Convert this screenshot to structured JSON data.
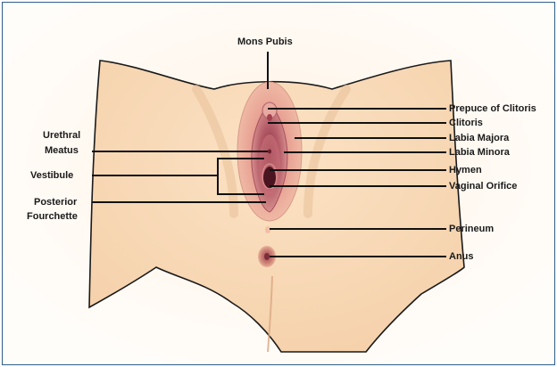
{
  "labels": {
    "mons_pubis": "Mons Pubis",
    "prepuce": "Prepuce of Clitoris",
    "clitoris": "Clitoris",
    "labia_majora": "Labia Majora",
    "labia_minora": "Labia Minora",
    "hymen": "Hymen",
    "vaginal_orifice": "Vaginal Orifice",
    "perineum": "Perineum",
    "anus": "Anus",
    "urethral_line1": "Urethral",
    "urethral_line2": "Meatus",
    "vestibule": "Vestibule",
    "posterior_line1": "Posterior",
    "posterior_line2": "Fourchette"
  },
  "colors": {
    "border": "#2e5f86",
    "background": "#fffdfa",
    "skin": "#f8d9b6",
    "skin_shadow": "#ebc29b",
    "labia_outer": "#efb9a2",
    "labia_inner": "#d98b86",
    "dark_pink": "#b85c68",
    "orifice": "#5a1d28",
    "leader_line": "#111111"
  }
}
